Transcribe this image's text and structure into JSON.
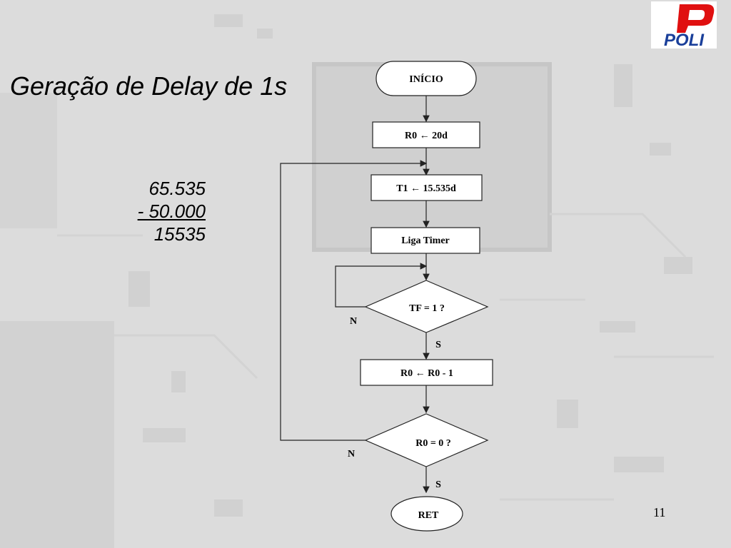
{
  "slide": {
    "title": "Geração de Delay de 1s",
    "page_number": "11"
  },
  "logo": {
    "text": "POLI"
  },
  "calc": {
    "line1": "65.535",
    "line2": "- 50.000",
    "line3": "15535"
  },
  "flowchart": {
    "start": "INÍCIO",
    "step_r0_init": "R0 ← 20d",
    "step_t1_load": "T1 ← 15.535d",
    "step_timer_on": "Liga Timer",
    "decision_tf": "TF = 1 ?",
    "decision_tf_no": "N",
    "decision_tf_yes": "S",
    "step_r0_dec": "R0 ← R0 - 1",
    "decision_r0": "R0 = 0 ?",
    "decision_r0_no": "N",
    "decision_r0_yes": "S",
    "end": "RET"
  },
  "colors": {
    "background": "#dcdcdc",
    "logo_red": "#e01010",
    "logo_blue": "#1a3f9a"
  }
}
